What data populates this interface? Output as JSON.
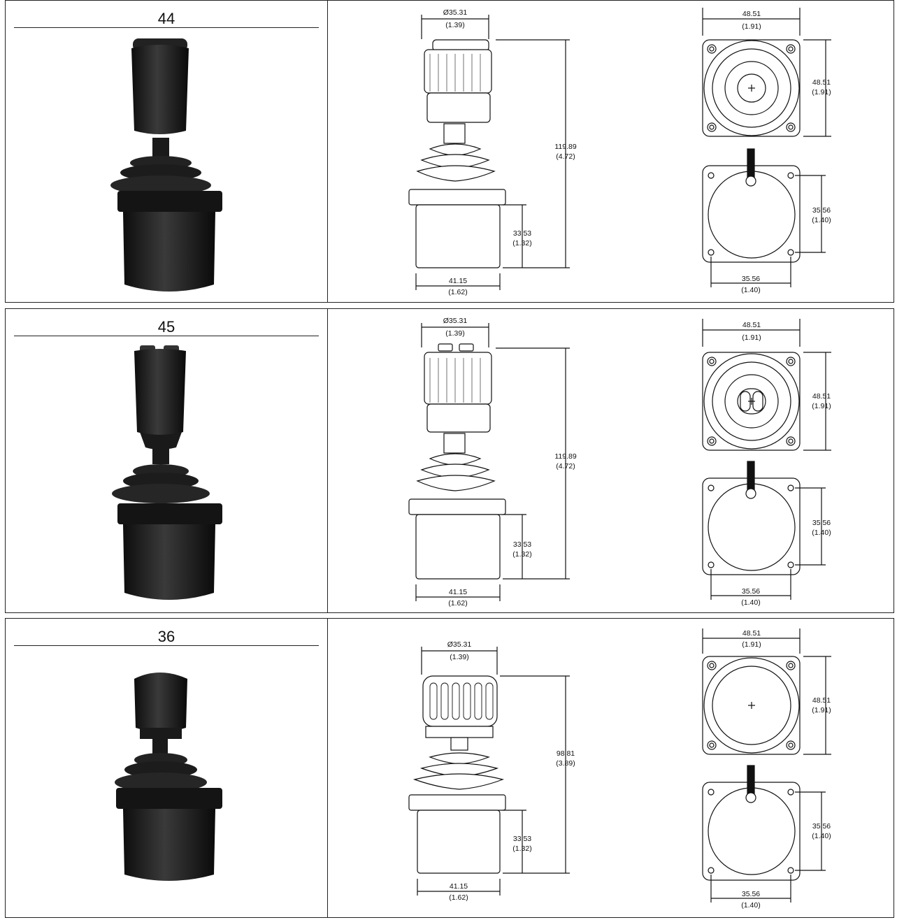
{
  "rows": [
    {
      "model": "44",
      "knob_diameter": "Ø35.31",
      "knob_diameter_in": "(1.39)",
      "overall_height": "119.89",
      "overall_height_in": "(4.72)",
      "body_height": "33.53",
      "body_height_in": "(1.32)",
      "body_width": "41.15",
      "body_width_in": "(1.62)",
      "flange_width": "48.51",
      "flange_width_in": "(1.91)",
      "flange_height": "48.51",
      "flange_height_in": "(1.91)",
      "hole_spacing_v": "35.56",
      "hole_spacing_v_in": "(1.40)",
      "hole_spacing_h": "35.56",
      "hole_spacing_h_in": "(1.40)"
    },
    {
      "model": "45",
      "knob_diameter": "Ø35.31",
      "knob_diameter_in": "(1.39)",
      "overall_height": "119.89",
      "overall_height_in": "(4.72)",
      "body_height": "33.53",
      "body_height_in": "(1.32)",
      "body_width": "41.15",
      "body_width_in": "(1.62)",
      "flange_width": "48.51",
      "flange_width_in": "(1.91)",
      "flange_height": "48.51",
      "flange_height_in": "(1.91)",
      "hole_spacing_v": "35.56",
      "hole_spacing_v_in": "(1.40)",
      "hole_spacing_h": "35.56",
      "hole_spacing_h_in": "(1.40)"
    },
    {
      "model": "36",
      "knob_diameter": "Ø35.31",
      "knob_diameter_in": "(1.39)",
      "overall_height": "98.81",
      "overall_height_in": "(3.89)",
      "body_height": "33.53",
      "body_height_in": "(1.32)",
      "body_width": "41.15",
      "body_width_in": "(1.62)",
      "flange_width": "48.51",
      "flange_width_in": "(1.91)",
      "flange_height": "48.51",
      "flange_height_in": "(1.91)",
      "hole_spacing_v": "35.56",
      "hole_spacing_v_in": "(1.40)",
      "hole_spacing_h": "35.56",
      "hole_spacing_h_in": "(1.40)"
    }
  ]
}
